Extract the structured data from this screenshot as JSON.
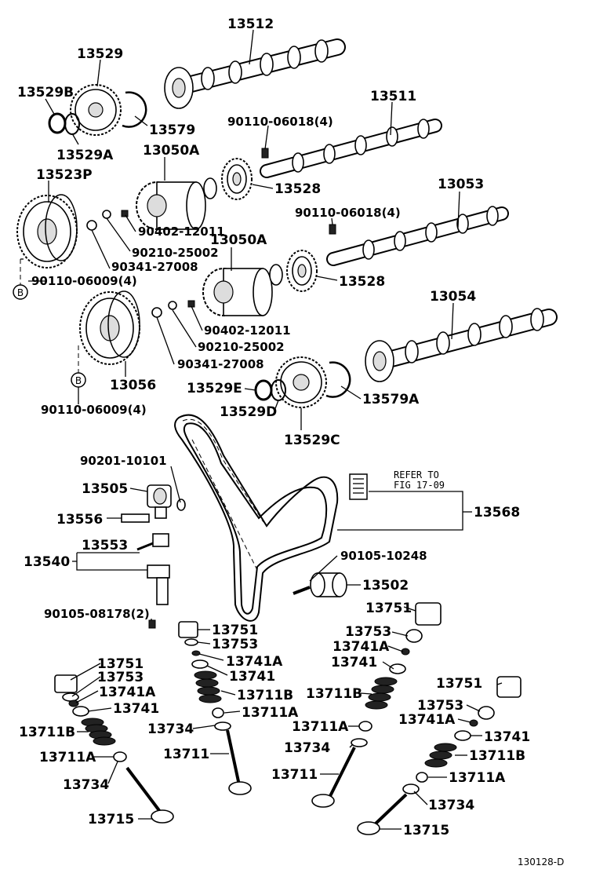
{
  "labels": {
    "l13512": "13512",
    "l13529": "13529",
    "l13529B": "13529B",
    "l13579": "13579",
    "l13529A": "13529A",
    "l13511": "13511",
    "l90110_06018_a": "90110-06018(4)",
    "l13050A_a": "13050A",
    "l13523P": "13523P",
    "l13528_a": "13528",
    "l13053": "13053",
    "l90402_12011_a": "90402-12011",
    "l90110_06018_b": "90110-06018(4)",
    "l90210_25002_a": "90210-25002",
    "l13050A_b": "13050A",
    "l90341_27008_a": "90341-27008",
    "l90110_06009_a": "90110-06009(4)",
    "l13528_b": "13528",
    "l13054": "13054",
    "l90402_12011_b": "90402-12011",
    "l90210_25002_b": "90210-25002",
    "l90341_27008_b": "90341-27008",
    "l13056": "13056",
    "l13529E": "13529E",
    "l13579A": "13579A",
    "l13529D": "13529D",
    "l90110_06009_b": "90110-06009(4)",
    "l13529C": "13529C",
    "l90201_10101": "90201-10101",
    "l13505": "13505",
    "l13568": "13568",
    "l13556": "13556",
    "l13553": "13553",
    "l13540": "13540",
    "l90105_10248": "90105-10248",
    "l13502": "13502",
    "l13751_a": "13751",
    "l90105_08178": "90105-08178(2)",
    "l13751_b": "13751",
    "l13753_a": "13753",
    "l13753_b": "13753",
    "l13741A_a": "13741A",
    "l13741A_b": "13741A",
    "l13741_a": "13741",
    "l13751_c": "13751",
    "l13741_b": "13741",
    "l13753_c": "13753",
    "l13751_d": "13751",
    "l13741A_c": "13741A",
    "l13711B_a": "13711B",
    "l13711B_b": "13711B",
    "l13753_d": "13753",
    "l13741_c": "13741",
    "l13711A_a": "13711A",
    "l13741A_d": "13741A",
    "l13711B_c": "13711B",
    "l13734_a": "13734",
    "l13711A_b": "13711A",
    "l13741_d": "13741",
    "l13711B_d": "13711B",
    "l13711_a": "13711",
    "l13734_b": "13734",
    "l13711A_c": "13711A",
    "l13711A_d": "13711A",
    "l13734_c": "13734",
    "l13711_b": "13711",
    "l13734_d": "13734",
    "l13715_a": "13715",
    "l13715_b": "13715"
  },
  "callouts": {
    "b1": "B",
    "b2": "B"
  },
  "reference": {
    "line1": "REFER TO",
    "line2": "FIG 17-09"
  },
  "diagram_code": "130128-D"
}
